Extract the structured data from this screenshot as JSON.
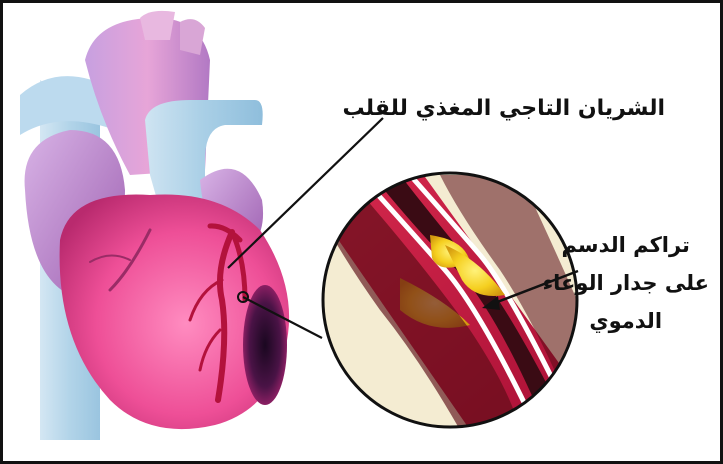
{
  "labels": {
    "coronary_artery": "الشريان التاجي المغذي للقلب",
    "plaque_lines": [
      "تراكم الدسم",
      "على جدار الوعاء",
      "الدموي"
    ]
  },
  "colors": {
    "border": "#111111",
    "heart_pink": "#e8559a",
    "heart_purple": "#b66ab5",
    "vessel_blue": "#a9cfe6",
    "artery_red": "#b3123c",
    "plaque_yellow": "#f5d327",
    "leader_line": "#111111"
  }
}
